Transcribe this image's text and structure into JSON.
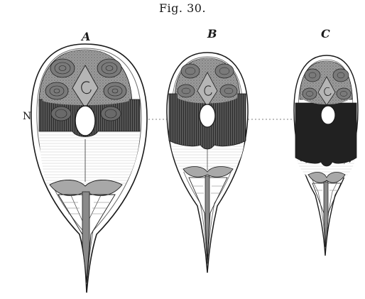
{
  "figure": {
    "caption": "Fig. 30.",
    "panels": [
      {
        "label": "A"
      },
      {
        "label": "B"
      },
      {
        "label": "C"
      }
    ],
    "reference_line_label": "N"
  },
  "colors": {
    "ink": "#1a1a1a",
    "tone_dark": "#2b2b2b",
    "tone_mid": "#8a8a8a",
    "tone_light": "#c9c9c9",
    "paper": "#ffffff"
  }
}
